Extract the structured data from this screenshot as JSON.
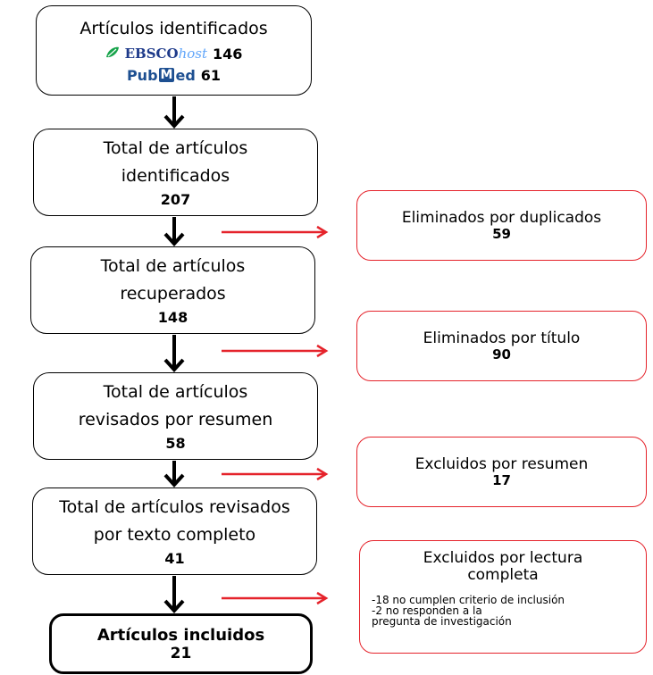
{
  "identification": {
    "title": "Artículos identificados",
    "ebsco_name": "EBSCO",
    "ebsco_suffix": "host",
    "ebsco_count": "146",
    "pubmed_pub": "Pub",
    "pubmed_m": "M",
    "pubmed_ed": "ed",
    "pubmed_count": "61"
  },
  "steps": [
    {
      "lines": [
        "Total de artículos",
        "identificados"
      ],
      "value": "207"
    },
    {
      "lines": [
        "Total de artículos",
        "recuperados"
      ],
      "value": "148"
    },
    {
      "lines": [
        "Total de artículos",
        "revisados por resumen"
      ],
      "value": "58"
    },
    {
      "lines": [
        "Total de artículos revisados",
        "por texto completo"
      ],
      "value": "41"
    }
  ],
  "final": {
    "label": "Artículos incluidos",
    "value": "21"
  },
  "exclusions": [
    {
      "label": "Eliminados por duplicados",
      "value": "59"
    },
    {
      "label": "Eliminados por título",
      "value": "90"
    },
    {
      "label": "Excluidos por resumen",
      "value": "17"
    },
    {
      "label_lines": [
        "Excluidos por lectura",
        "completa"
      ],
      "details": [
        "-18 no cumplen criterio de inclusión",
        "-2 no responden a la",
        " pregunta de investigación"
      ]
    }
  ],
  "colors": {
    "box_border": "#000000",
    "exclusion_border": "#e5232b",
    "exclusion_arrow": "#e5232b",
    "flow_arrow": "#000000"
  }
}
